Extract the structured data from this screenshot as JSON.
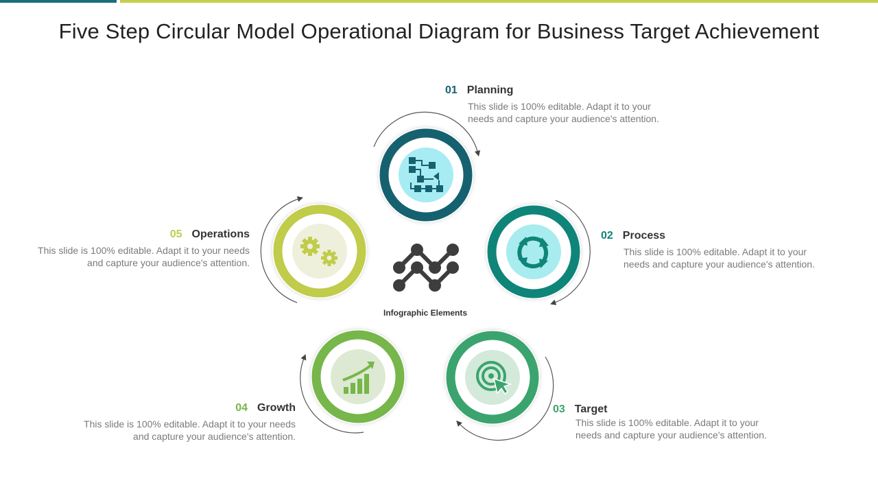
{
  "title": "Five Step Circular Model Operational Diagram for Business Target Achievement",
  "center_label": "Infographic Elements",
  "center_icon": "network-nodes-icon",
  "steps": [
    {
      "number": "01",
      "label": "Planning",
      "description": "This slide is 100% editable. Adapt it to your needs and capture your audience's attention.",
      "icon": "flowchart-icon",
      "color": "#16616f",
      "inner_color": "#a7ecf3"
    },
    {
      "number": "02",
      "label": "Process",
      "description": "This slide is 100% editable. Adapt it to your needs and capture your audience's attention.",
      "icon": "refresh-cycle-icon",
      "color": "#0f8579",
      "inner_color": "#a8ecef"
    },
    {
      "number": "03",
      "label": "Target",
      "description": "This slide is 100% editable. Adapt it to your needs and capture your audience's attention.",
      "icon": "target-icon",
      "color": "#3ba46e",
      "inner_color": "#d3eadb"
    },
    {
      "number": "04",
      "label": "Growth",
      "description": "This slide is 100% editable. Adapt it to your needs and capture your audience's attention.",
      "icon": "growth-chart-icon",
      "color": "#77b64a",
      "inner_color": "#dde9d3"
    },
    {
      "number": "05",
      "label": "Operations",
      "description": "This slide is 100% editable. Adapt it to your needs and capture your audience's attention.",
      "icon": "gears-icon",
      "color": "#c0cc4a",
      "inner_color": "#eef0dc"
    }
  ]
}
